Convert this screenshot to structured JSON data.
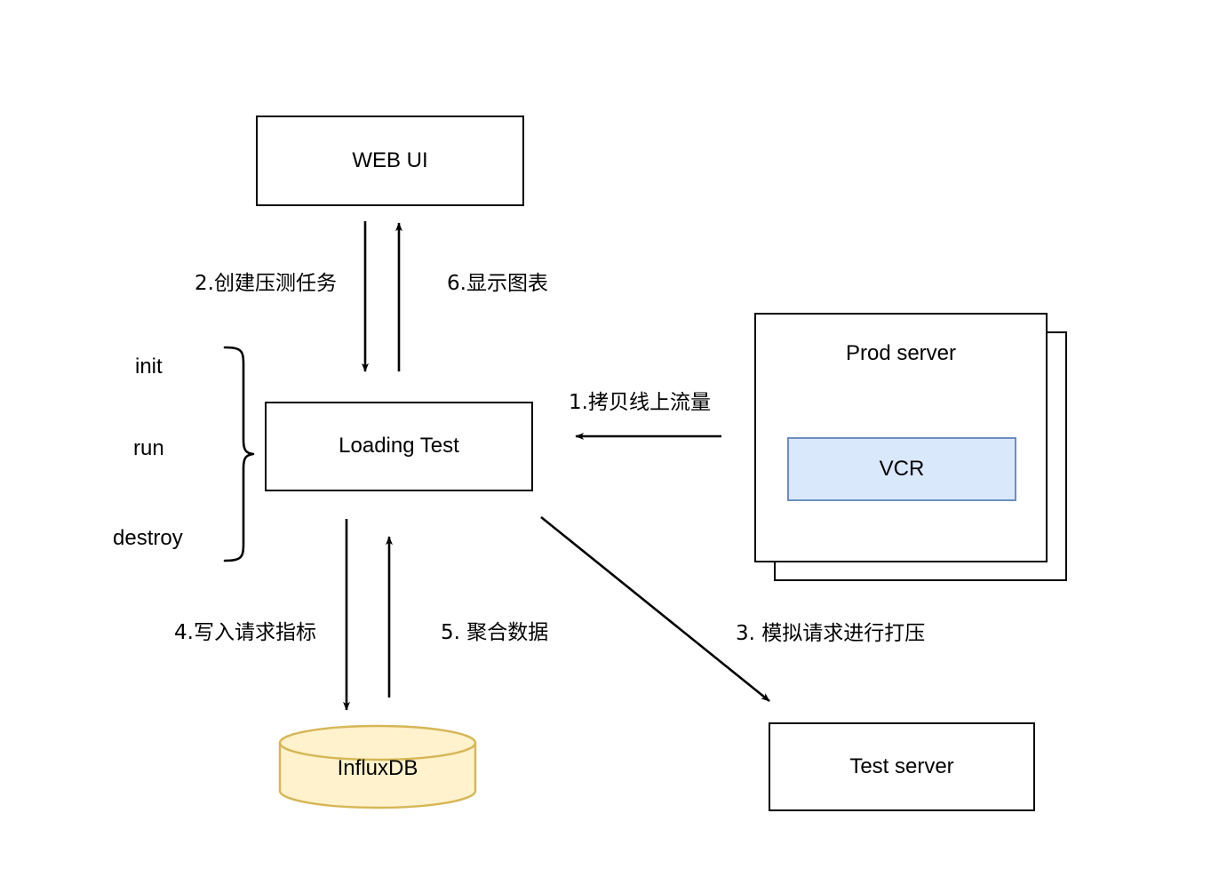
{
  "diagram": {
    "title": "Loading Test Architecture Flow",
    "colors": {
      "stroke": "#000000",
      "node_fill": "#ffffff",
      "vcr_fill": "#dae8fc",
      "vcr_stroke": "#6c8ebf",
      "db_fill": "#fff2cc",
      "db_stroke": "#d6b656",
      "text": "#000000"
    },
    "nodes": [
      {
        "id": "web-ui",
        "label": "WEB UI",
        "shape": "rect"
      },
      {
        "id": "loading-test",
        "label": "Loading Test",
        "shape": "rect"
      },
      {
        "id": "prod-server",
        "label": "Prod server",
        "shape": "stacked-rect"
      },
      {
        "id": "vcr",
        "label": "VCR",
        "shape": "rect"
      },
      {
        "id": "test-server",
        "label": "Test server",
        "shape": "rect"
      },
      {
        "id": "influxdb",
        "label": "InfluxDB",
        "shape": "cylinder"
      }
    ],
    "lifecycle": {
      "bracket_label": "lifecycle-brace",
      "items": [
        "init",
        "run",
        "destroy"
      ]
    },
    "edges": [
      {
        "id": "edge-1",
        "label": "1.拷贝线上流量",
        "from": "prod-server",
        "to": "loading-test",
        "direction": "left"
      },
      {
        "id": "edge-2",
        "label": "2.创建压测任务",
        "from": "web-ui",
        "to": "loading-test",
        "direction": "down"
      },
      {
        "id": "edge-3",
        "label": "3. 模拟请求进行打压",
        "from": "loading-test",
        "to": "test-server",
        "direction": "diagonal-down-right"
      },
      {
        "id": "edge-4",
        "label": "4.写入请求指标",
        "from": "loading-test",
        "to": "influxdb",
        "direction": "down"
      },
      {
        "id": "edge-5",
        "label": "5. 聚合数据",
        "from": "influxdb",
        "to": "loading-test",
        "direction": "up"
      },
      {
        "id": "edge-6",
        "label": "6.显示图表",
        "from": "loading-test",
        "to": "web-ui",
        "direction": "up"
      }
    ]
  }
}
